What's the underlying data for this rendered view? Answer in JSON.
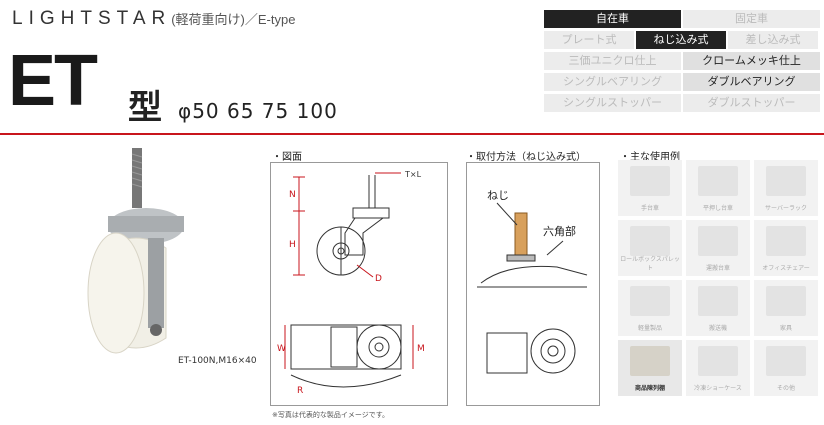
{
  "header": {
    "brand": "LIGHTSTAR",
    "subtitle": "(軽荷重向け)／E-type",
    "model": "ET",
    "kata": "型",
    "sizes": "φ50 65 75 100"
  },
  "spec_grid": {
    "row1": [
      "自在車",
      "固定車"
    ],
    "row2": [
      "プレート式",
      "ねじ込み式",
      "差し込み式"
    ],
    "row3": [
      "三価ユニクロ仕上",
      "クロームメッキ仕上"
    ],
    "row4": [
      "シングルベアリング",
      "ダブルベアリング"
    ],
    "row5": [
      "シングルストッパー",
      "ダブルストッパー"
    ]
  },
  "product": {
    "caption": "ET-100N,M16×40",
    "note": "※写真は代表的な製品イメージです。"
  },
  "sections": {
    "drawing": "・図面",
    "mount": "・取付方法（ねじ込み式）",
    "uses": "・主な使用例"
  },
  "drawing_labels": {
    "txl": "T×L",
    "n": "N",
    "h": "H",
    "d": "D",
    "w": "W",
    "m": "M",
    "r": "R"
  },
  "mount_labels": {
    "neji": "ねじ",
    "rokkaku": "六角部"
  },
  "uses": [
    "手台車",
    "平押し台車",
    "サーバーラック",
    "ロールボックスパレット",
    "運搬台車",
    "オフィスチェアー",
    "軽量製品",
    "搬送機",
    "家具",
    "商品陳列棚",
    "冷凍ショーケース",
    "その他"
  ],
  "colors": {
    "accent_line": "#c8151c",
    "active": "#222222"
  }
}
